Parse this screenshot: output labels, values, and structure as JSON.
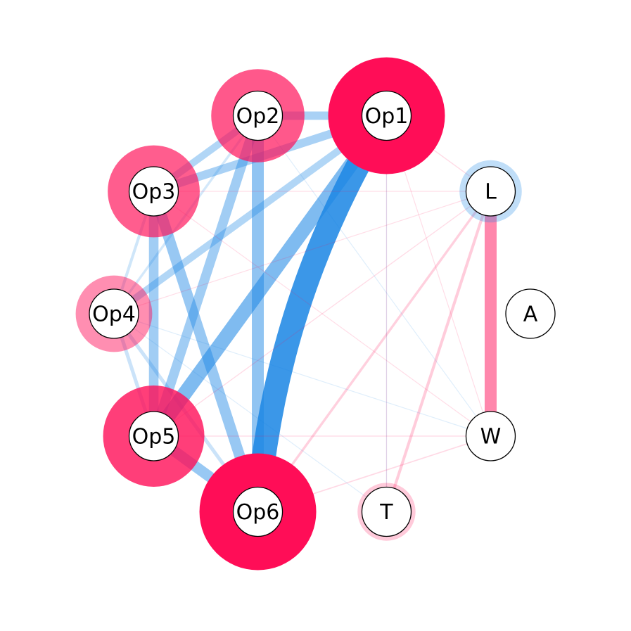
{
  "colors": {
    "positive": "#1E88E5",
    "negative": "#FF0D57",
    "background": "#FFFFFF",
    "node_fill": "#FFFFFF",
    "node_stroke": "#000000"
  },
  "nodes": [
    {
      "id": "Op1",
      "label": "Op1",
      "ring": 1.0,
      "ring_type": "negative"
    },
    {
      "id": "L",
      "label": "L",
      "ring": 0.12,
      "ring_type": "positive"
    },
    {
      "id": "A",
      "label": "A",
      "ring": 0.0,
      "ring_type": "none"
    },
    {
      "id": "W",
      "label": "W",
      "ring": 0.0,
      "ring_type": "none"
    },
    {
      "id": "T",
      "label": "T",
      "ring": 0.05,
      "ring_type": "negative"
    },
    {
      "id": "Op6",
      "label": "Op6",
      "ring": 1.0,
      "ring_type": "negative"
    },
    {
      "id": "Op5",
      "label": "Op5",
      "ring": 0.75,
      "ring_type": "negative"
    },
    {
      "id": "Op4",
      "label": "Op4",
      "ring": 0.35,
      "ring_type": "negative"
    },
    {
      "id": "Op3",
      "label": "Op3",
      "ring": 0.6,
      "ring_type": "negative"
    },
    {
      "id": "Op2",
      "label": "Op2",
      "ring": 0.62,
      "ring_type": "negative"
    }
  ],
  "edges": [
    {
      "source": "Op1",
      "target": "Op6",
      "weight": 1.0,
      "type": "positive",
      "curve": 0.12
    },
    {
      "source": "Op1",
      "target": "Op5",
      "weight": 0.6,
      "type": "positive",
      "curve": 0
    },
    {
      "source": "Op1",
      "target": "Op2",
      "weight": 0.35,
      "type": "positive",
      "curve": 0
    },
    {
      "source": "Op1",
      "target": "Op3",
      "weight": 0.35,
      "type": "positive",
      "curve": 0
    },
    {
      "source": "Op1",
      "target": "Op4",
      "weight": 0.3,
      "type": "positive",
      "curve": 0
    },
    {
      "source": "Op2",
      "target": "Op6",
      "weight": 0.5,
      "type": "positive",
      "curve": 0
    },
    {
      "source": "Op2",
      "target": "Op5",
      "weight": 0.4,
      "type": "positive",
      "curve": 0
    },
    {
      "source": "Op2",
      "target": "Op3",
      "weight": 0.3,
      "type": "positive",
      "curve": 0
    },
    {
      "source": "Op3",
      "target": "Op6",
      "weight": 0.45,
      "type": "positive",
      "curve": 0
    },
    {
      "source": "Op3",
      "target": "Op5",
      "weight": 0.4,
      "type": "positive",
      "curve": 0
    },
    {
      "source": "Op3",
      "target": "Op4",
      "weight": 0.12,
      "type": "positive",
      "curve": 0
    },
    {
      "source": "Op2",
      "target": "Op4",
      "weight": 0.1,
      "type": "positive",
      "curve": 0
    },
    {
      "source": "Op4",
      "target": "Op5",
      "weight": 0.15,
      "type": "positive",
      "curve": 0
    },
    {
      "source": "Op4",
      "target": "Op6",
      "weight": 0.15,
      "type": "positive",
      "curve": 0
    },
    {
      "source": "Op5",
      "target": "Op6",
      "weight": 0.45,
      "type": "positive",
      "curve": 0
    },
    {
      "source": "Op1",
      "target": "L",
      "weight": 0.04,
      "type": "negative",
      "curve": 0
    },
    {
      "source": "Op1",
      "target": "W",
      "weight": 0.03,
      "type": "negative",
      "curve": 0
    },
    {
      "source": "Op1",
      "target": "T",
      "weight": 0.03,
      "type": "negative",
      "curve": 0
    },
    {
      "source": "L",
      "target": "W",
      "weight": 0.5,
      "type": "negative",
      "curve": 0
    },
    {
      "source": "L",
      "target": "T",
      "weight": 0.12,
      "type": "negative",
      "curve": 0
    },
    {
      "source": "L",
      "target": "Op6",
      "weight": 0.1,
      "type": "negative",
      "curve": 0
    },
    {
      "source": "L",
      "target": "Op5",
      "weight": 0.04,
      "type": "negative",
      "curve": 0
    },
    {
      "source": "L",
      "target": "Op4",
      "weight": 0.03,
      "type": "negative",
      "curve": 0
    },
    {
      "source": "L",
      "target": "Op3",
      "weight": 0.03,
      "type": "negative",
      "curve": 0
    },
    {
      "source": "W",
      "target": "Op6",
      "weight": 0.05,
      "type": "negative",
      "curve": 0
    },
    {
      "source": "W",
      "target": "Op5",
      "weight": 0.04,
      "type": "negative",
      "curve": 0
    },
    {
      "source": "W",
      "target": "Op3",
      "weight": 0.03,
      "type": "negative",
      "curve": 0
    },
    {
      "source": "T",
      "target": "Op1",
      "weight": 0.03,
      "type": "positive",
      "curve": 0
    },
    {
      "source": "T",
      "target": "Op4",
      "weight": 0.03,
      "type": "positive",
      "curve": 0
    },
    {
      "source": "Op2",
      "target": "W",
      "weight": 0.03,
      "type": "positive",
      "curve": 0
    },
    {
      "source": "Op4",
      "target": "W",
      "weight": 0.03,
      "type": "positive",
      "curve": 0
    }
  ]
}
